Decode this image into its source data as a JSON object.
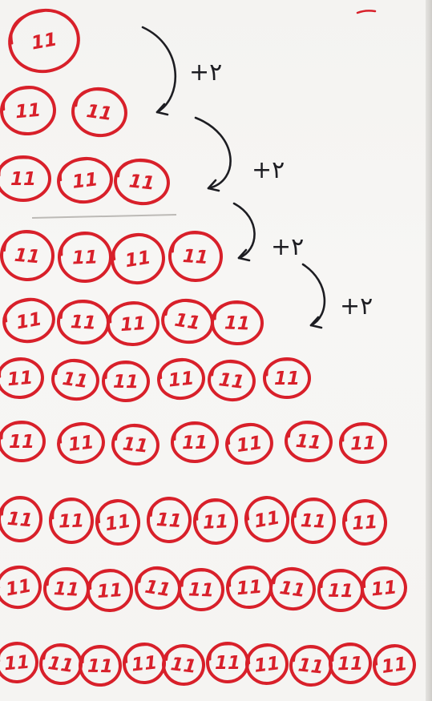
{
  "colors": {
    "paper": "#f5f4f2",
    "red_ink": "#d8202a",
    "black_ink": "#1d1d22"
  },
  "icons": {
    "step_arrow": "curved-arrow-down-left"
  },
  "mark_text": "11",
  "row_counts": [
    1,
    2,
    3,
    4,
    5,
    6,
    7,
    8,
    9,
    10
  ],
  "step_label": "+۲"
}
